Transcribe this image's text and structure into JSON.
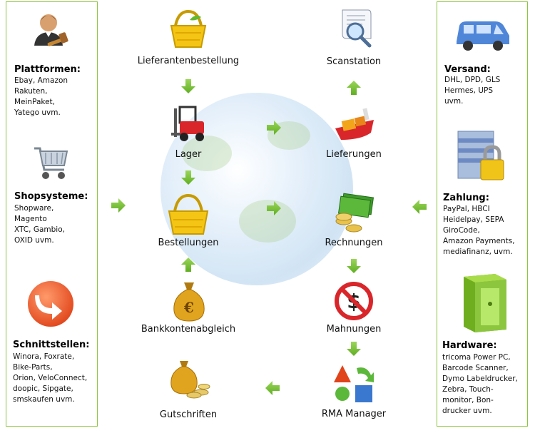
{
  "left_panel": {
    "sections": [
      {
        "title": "Plattformen:",
        "text": "Ebay, Amazon\nRakuten,\nMeinPaket,\nYatego uvm."
      },
      {
        "title": "Shopsysteme:",
        "text": "Shopware,\nMagento\nXTC, Gambio,\nOXID uvm."
      },
      {
        "title": "Schnittstellen:",
        "text": "Winora, Foxrate,\nBike-Parts,\nOrion, VeloConnect,\ndoopic, Sipgate,\nsmskaufen uvm."
      }
    ]
  },
  "right_panel": {
    "sections": [
      {
        "title": "Versand:",
        "text": "DHL, DPD, GLS\nHermes, UPS\nuvm."
      },
      {
        "title": "Zahlung:",
        "text": "PayPal, HBCI\nHeidelpay, SEPA\nGiroCode,\nAmazon Payments,\nmediafinanz, uvm."
      },
      {
        "title": "Hardware:",
        "text": "tricoma Power PC,\nBarcode Scanner,\nDymo Labeldrucker,\nZebra, Touch-\nmonitor, Bon-\ndrucker uvm."
      }
    ]
  },
  "nodes": {
    "lieferantenbestellung": "Lieferantenbestellung",
    "lager": "Lager",
    "bestellungen": "Bestellungen",
    "bankkontenabgleich": "Bankkontenabgleich",
    "gutschriften": "Gutschriften",
    "scanstation": "Scanstation",
    "lieferungen": "Lieferungen",
    "rechnungen": "Rechnungen",
    "mahnungen": "Mahnungen",
    "rma_manager": "RMA Manager"
  },
  "icons": {
    "plattformen": "auctioneer-gavel-icon",
    "shopsysteme": "shopping-cart-icon",
    "schnittstellen": "interface-arrow-icon",
    "versand": "delivery-van-icon",
    "zahlung": "secure-server-lock-icon",
    "hardware": "pc-tower-icon",
    "lieferantenbestellung": "shopping-basket-icon",
    "lager": "forklift-icon",
    "bestellungen": "shopping-basket-icon",
    "bankkontenabgleich": "money-bag-euro-icon",
    "gutschriften": "money-bag-coins-icon",
    "scanstation": "document-magnifier-icon",
    "lieferungen": "cargo-ship-icon",
    "rechnungen": "banknotes-coins-icon",
    "mahnungen": "no-dollar-icon",
    "rma_manager": "shapes-recycle-icon"
  },
  "colors": {
    "panel_border": "#8cc63f",
    "arrow_green": "#7cc243"
  }
}
